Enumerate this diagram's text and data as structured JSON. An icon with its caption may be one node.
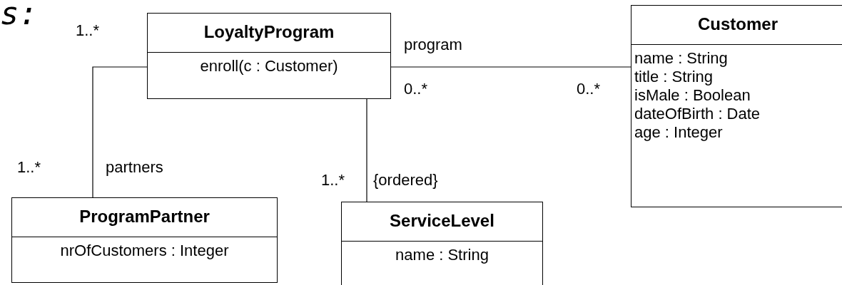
{
  "diagram": {
    "nodes": [
      {
        "text": [
          "LoyaltyProgram",
          "enroll(c : Customer)"
        ]
      },
      {
        "text": [
          "Customer",
          "name : String",
          "title : String",
          "isMale : Boolean",
          "dateOfBirth : Date",
          "age : Integer"
        ]
      },
      {
        "text": [
          "ProgramPartner",
          "nrOfCustomers : Integer"
        ]
      },
      {
        "text": [
          "ServiceLevel",
          "name : String"
        ]
      }
    ],
    "edges": [
      {
        "from": 0,
        "to": 1,
        "arrow": "none",
        "label": "program"
      },
      {
        "from": 0,
        "to": 2,
        "arrow": "none",
        "label": "partners"
      },
      {
        "from": 0,
        "to": 3,
        "arrow": "none"
      }
    ],
    "labels": [
      "s:",
      "1..*",
      "0..*",
      "0..*",
      "1..*",
      "1..*",
      "{ordered}"
    ]
  }
}
